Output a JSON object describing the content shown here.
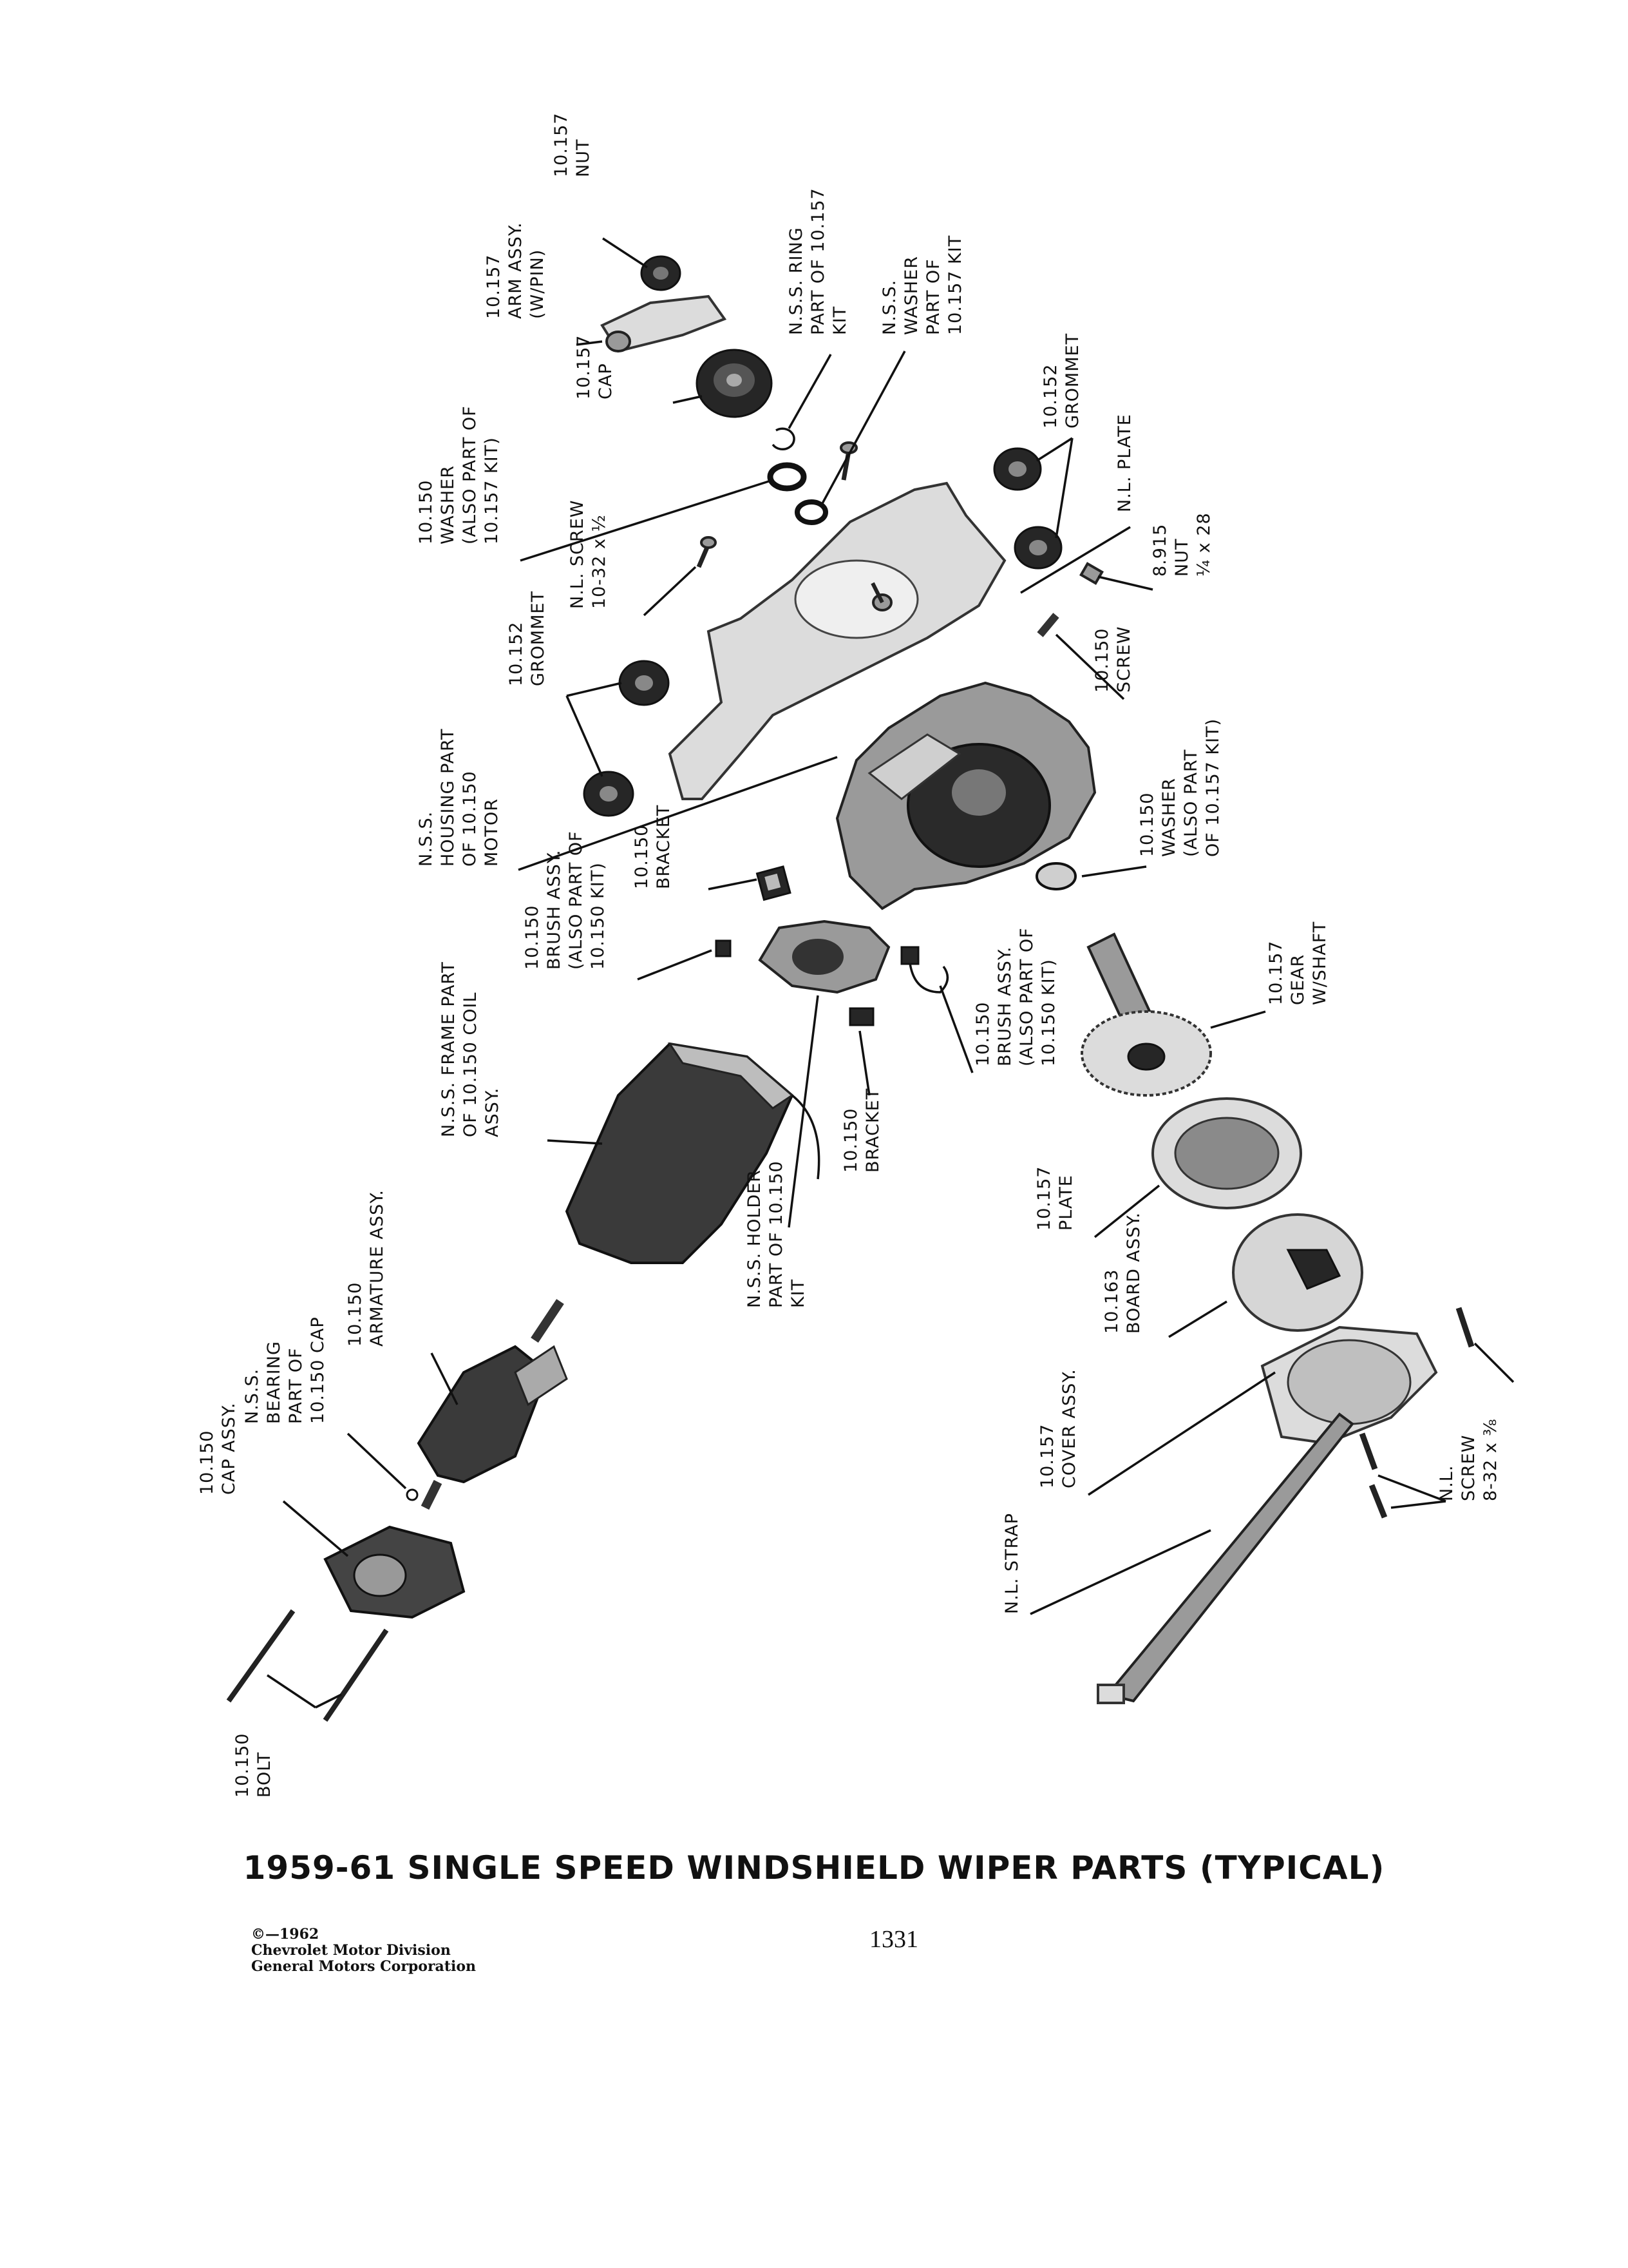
{
  "title": "1959-61 SINGLE SPEED WINDSHIELD WIPER PARTS (TYPICAL)",
  "page_number": "1331",
  "copyright": [
    "©—1962",
    "Chevrolet Motor Division",
    "General Motors Corporation"
  ],
  "labels": {
    "nut_10157": [
      "10.157",
      "NUT"
    ],
    "arm_assy": [
      "10.157",
      "ARM ASSY.",
      "(W/PIN)"
    ],
    "cap_10157": [
      "10.157",
      "CAP"
    ],
    "ring": [
      "N.S.S. RING",
      "PART OF 10.157",
      "KIT"
    ],
    "nss_washer": [
      "N.S.S.",
      "WASHER",
      "PART OF",
      "10.157 KIT"
    ],
    "grommet_right": [
      "10.152",
      "GROMMET"
    ],
    "nl_plate": [
      "N.L. PLATE"
    ],
    "washer_10150_top": [
      "10.150",
      "WASHER",
      "(ALSO PART OF",
      "10.157 KIT)"
    ],
    "nl_screw_top": [
      "N.L. SCREW",
      "10-32 x ½"
    ],
    "nut_8915": [
      "8.915",
      "NUT",
      "¼ x 28"
    ],
    "grommet_left": [
      "10.152",
      "GROMMET"
    ],
    "screw_10150": [
      "10.150",
      "SCREW"
    ],
    "housing": [
      "N.S.S.",
      "HOUSING PART",
      "OF 10.150",
      "MOTOR"
    ],
    "bracket_top": [
      "10.150",
      "BRACKET"
    ],
    "washer_10150_right": [
      "10.150",
      "WASHER",
      "(ALSO PART",
      "OF 10.157 KIT)"
    ],
    "brush_left": [
      "10.150",
      "BRUSH ASSY.",
      "(ALSO PART OF",
      "10.150 KIT)"
    ],
    "frame": [
      "N.S.S. FRAME PART",
      "OF 10.150 COIL",
      "ASSY."
    ],
    "gear": [
      "10.157",
      "GEAR",
      "W/SHAFT"
    ],
    "brush_right": [
      "10.150",
      "BRUSH ASSY.",
      "(ALSO PART OF",
      "10.150 KIT)"
    ],
    "bracket_bottom": [
      "10.150",
      "BRACKET"
    ],
    "armature": [
      "10.150",
      "ARMATURE ASSY."
    ],
    "holder": [
      "N.S.S. HOLDER",
      "PART OF 10.150",
      "KIT"
    ],
    "plate_10157": [
      "10.157",
      "PLATE"
    ],
    "board": [
      "10.163",
      "BOARD ASSY."
    ],
    "bearing": [
      "N.S.S.",
      "BEARING",
      "PART OF",
      "10.150 CAP"
    ],
    "cap_assy": [
      "10.150",
      "CAP ASSY."
    ],
    "cover": [
      "10.157",
      "COVER ASSY."
    ],
    "nl_screw_bottom": [
      "N.L.",
      "SCREW",
      "8-32 x ⅜"
    ],
    "nl_strap": [
      "N.L. STRAP"
    ],
    "bolt": [
      "10.150",
      "BOLT"
    ]
  }
}
